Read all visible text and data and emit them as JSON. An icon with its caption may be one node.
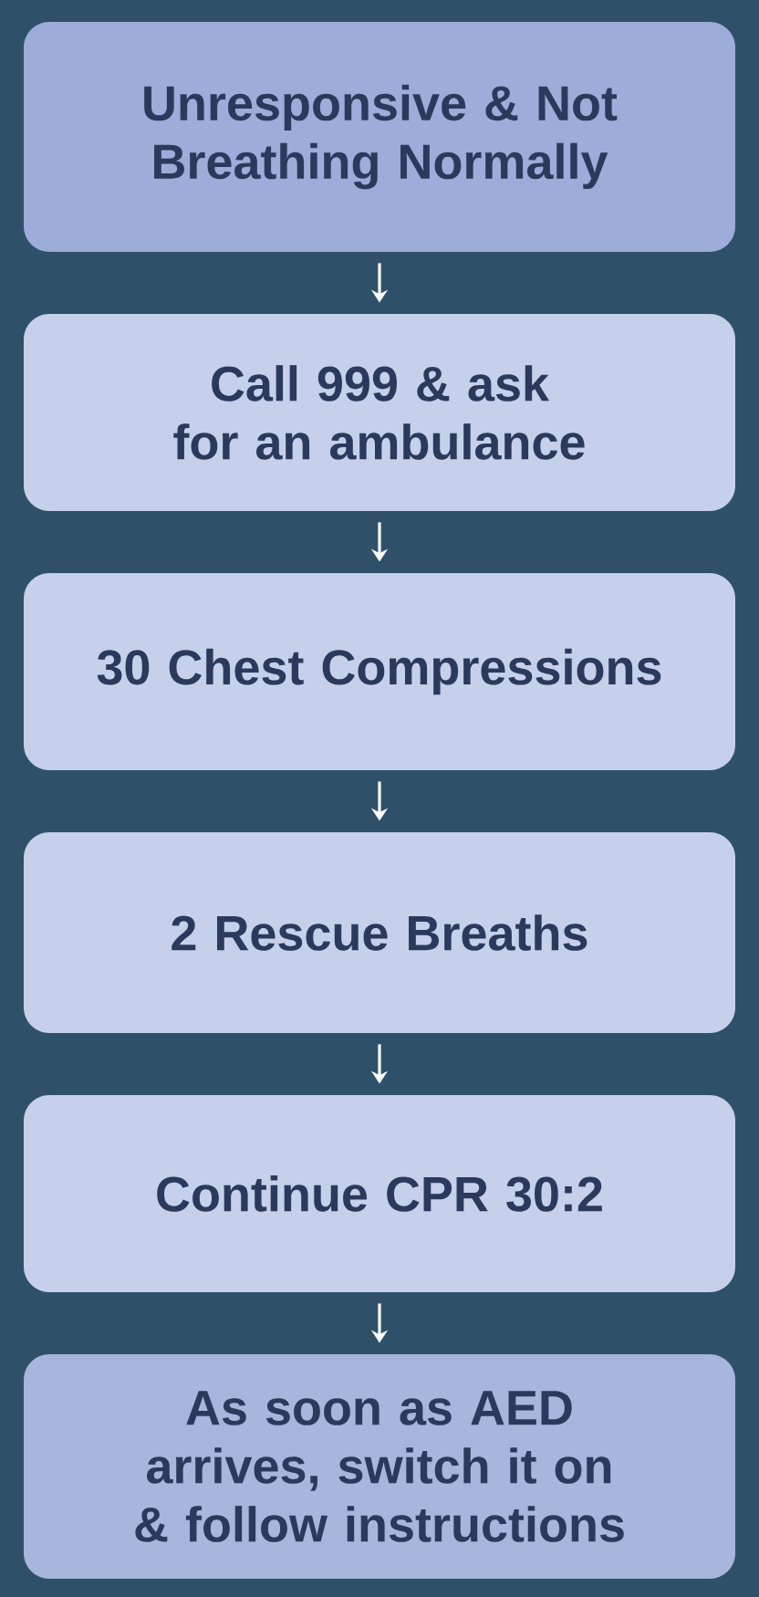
{
  "diagram": {
    "nodes": [
      {
        "text": [
          "Unresponsive & Not Breathing Normally"
        ]
      },
      {
        "text": [
          "Call 999 & ask for an ambulance"
        ]
      },
      {
        "text": [
          "30 Chest Compressions"
        ]
      },
      {
        "text": [
          "2 Rescue Breaths"
        ]
      },
      {
        "text": [
          "Continue CPR 30:2"
        ]
      },
      {
        "text": [
          "As soon as AED arrives, switch it on & follow instructions"
        ]
      }
    ],
    "edges": [
      {
        "from": 0,
        "to": 1,
        "arrow": "to"
      },
      {
        "from": 1,
        "to": 2,
        "arrow": "to"
      },
      {
        "from": 2,
        "to": 3,
        "arrow": "to"
      },
      {
        "from": 3,
        "to": 4,
        "arrow": "to"
      },
      {
        "from": 4,
        "to": 5,
        "arrow": "to"
      }
    ]
  }
}
